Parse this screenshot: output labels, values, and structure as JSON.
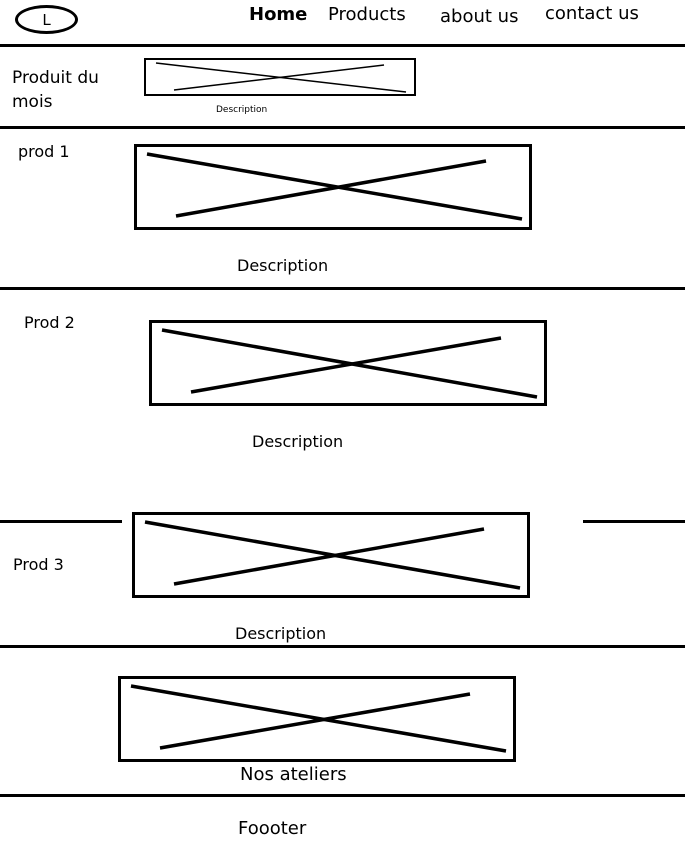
{
  "header": {
    "logo_letter": "L",
    "nav": [
      {
        "label": "Home"
      },
      {
        "label": "Products"
      },
      {
        "label": "about us"
      },
      {
        "label": "contact us"
      }
    ]
  },
  "featured": {
    "title": "Produit du mois",
    "description": "Description"
  },
  "products": [
    {
      "label": "prod 1",
      "description": "Description"
    },
    {
      "label": "Prod 2",
      "description": "Description"
    },
    {
      "label": "Prod 3",
      "description": "Description"
    }
  ],
  "workshops": {
    "label": "Nos ateliers"
  },
  "footer": {
    "label": "Foooter"
  }
}
